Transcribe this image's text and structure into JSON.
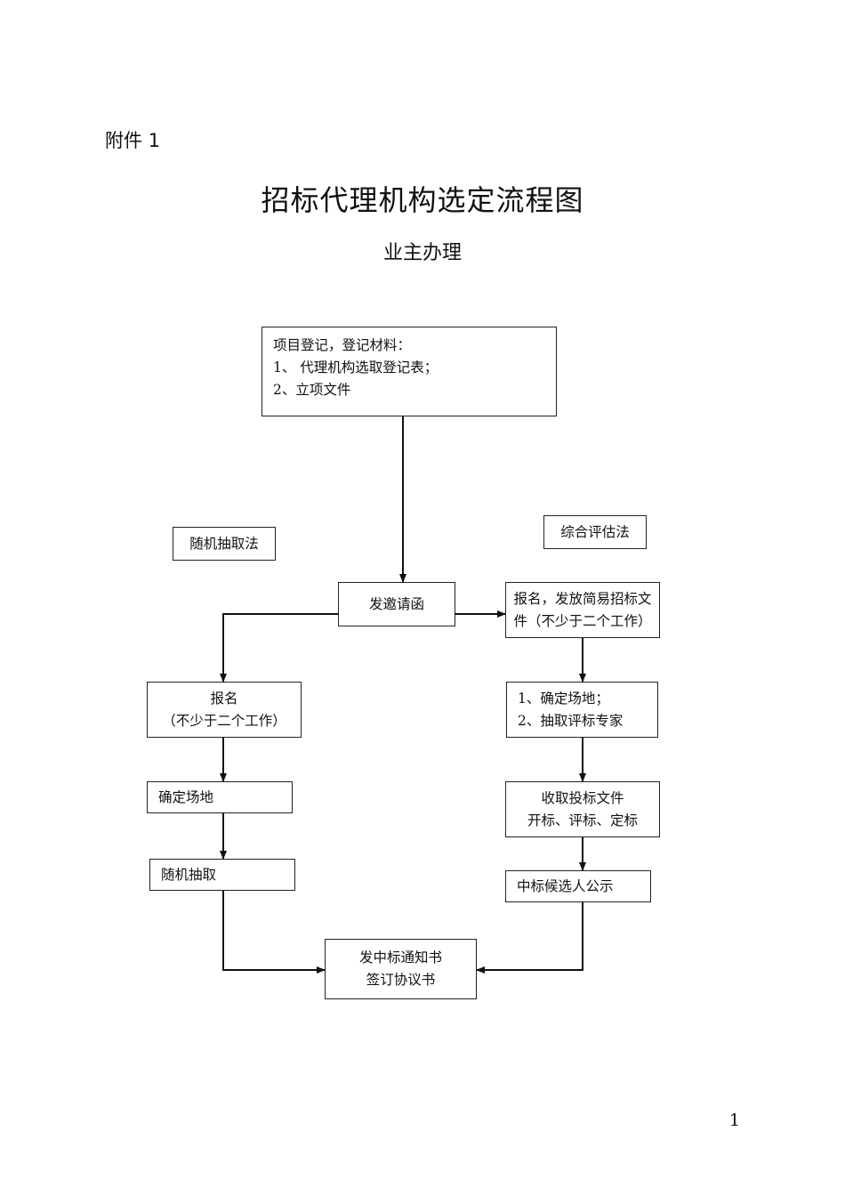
{
  "header": {
    "attachment": "附件 1",
    "title": "招标代理机构选定流程图",
    "subtitle": "业主办理"
  },
  "flow": {
    "registration": {
      "line1": "项目登记，登记材料：",
      "line2": "1、 代理机构选取登记表；",
      "line3": "2、立项文件"
    },
    "random_method": "随机抽取法",
    "comprehensive_method": "综合评估法",
    "invite": "发邀请函",
    "left": {
      "signup_line1": "报名",
      "signup_line2": "（不少于二个工作）",
      "venue": "确定场地",
      "random_draw": "随机抽取"
    },
    "right": {
      "signup_line1": "报名，发放简易招标文",
      "signup_line2": "件（不少于二个工作）",
      "venue_line1": "1、确定场地；",
      "venue_line2": "2、抽取评标专家",
      "collect_line1": "收取投标文件",
      "collect_line2": "开标、评标、定标",
      "publicity": "中标候选人公示"
    },
    "final": {
      "line1": "发中标通知书",
      "line2": "签订协议书"
    }
  },
  "footer": {
    "page_number": "1"
  }
}
